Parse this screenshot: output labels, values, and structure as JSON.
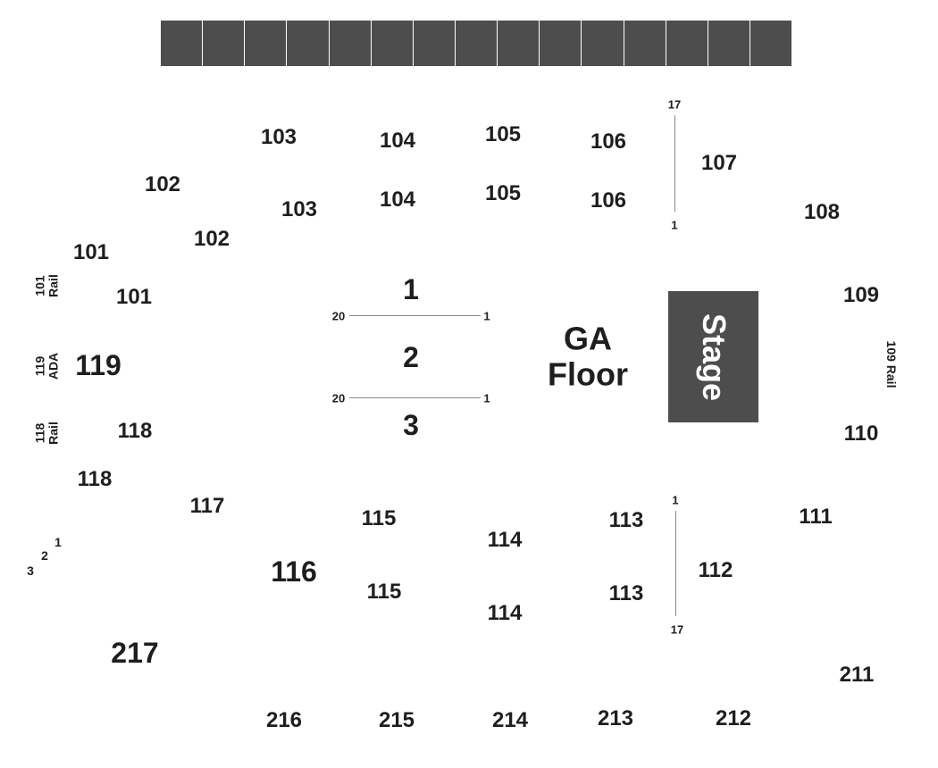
{
  "colors": {
    "block": "#4d4d4d",
    "text": "#1e1e1e",
    "line": "#888888"
  },
  "top_bar": {
    "cell_count": 15
  },
  "stage": {
    "label": "Stage"
  },
  "ga_floor": {
    "line1": "GA",
    "line2": "Floor"
  },
  "floor_rows": {
    "row1": "1",
    "row2": "2",
    "row3": "3",
    "seat_left": "20",
    "seat_right": "1"
  },
  "sections_100": {
    "s101a": "101",
    "s101b": "101",
    "s102a": "102",
    "s102b": "102",
    "s103a": "103",
    "s103b": "103",
    "s104a": "104",
    "s104b": "104",
    "s105a": "105",
    "s105b": "105",
    "s106a": "106",
    "s106b": "106",
    "s107": "107",
    "s108": "108",
    "s109": "109",
    "s110": "110",
    "s111": "111",
    "s112": "112",
    "s113a": "113",
    "s113b": "113",
    "s114a": "114",
    "s114b": "114",
    "s115a": "115",
    "s115b": "115",
    "s116": "116",
    "s117": "117",
    "s118a": "118",
    "s118b": "118",
    "s119": "119"
  },
  "sections_200": {
    "s211": "211",
    "s212": "212",
    "s213": "213",
    "s214": "214",
    "s215": "215",
    "s216": "216",
    "s217": "217"
  },
  "side_labels": {
    "rail101_num": "101",
    "rail101_txt": "Rail",
    "ada119_num": "119",
    "ada119_txt": "ADA",
    "rail118_num": "118",
    "rail118_txt": "Rail",
    "rail109": "109 Rail"
  },
  "row_markers": {
    "r107_top": "17",
    "r107_bottom": "1",
    "r112_top": "1",
    "r112_bottom": "17",
    "m1": "1",
    "m2": "2",
    "m3": "3"
  }
}
